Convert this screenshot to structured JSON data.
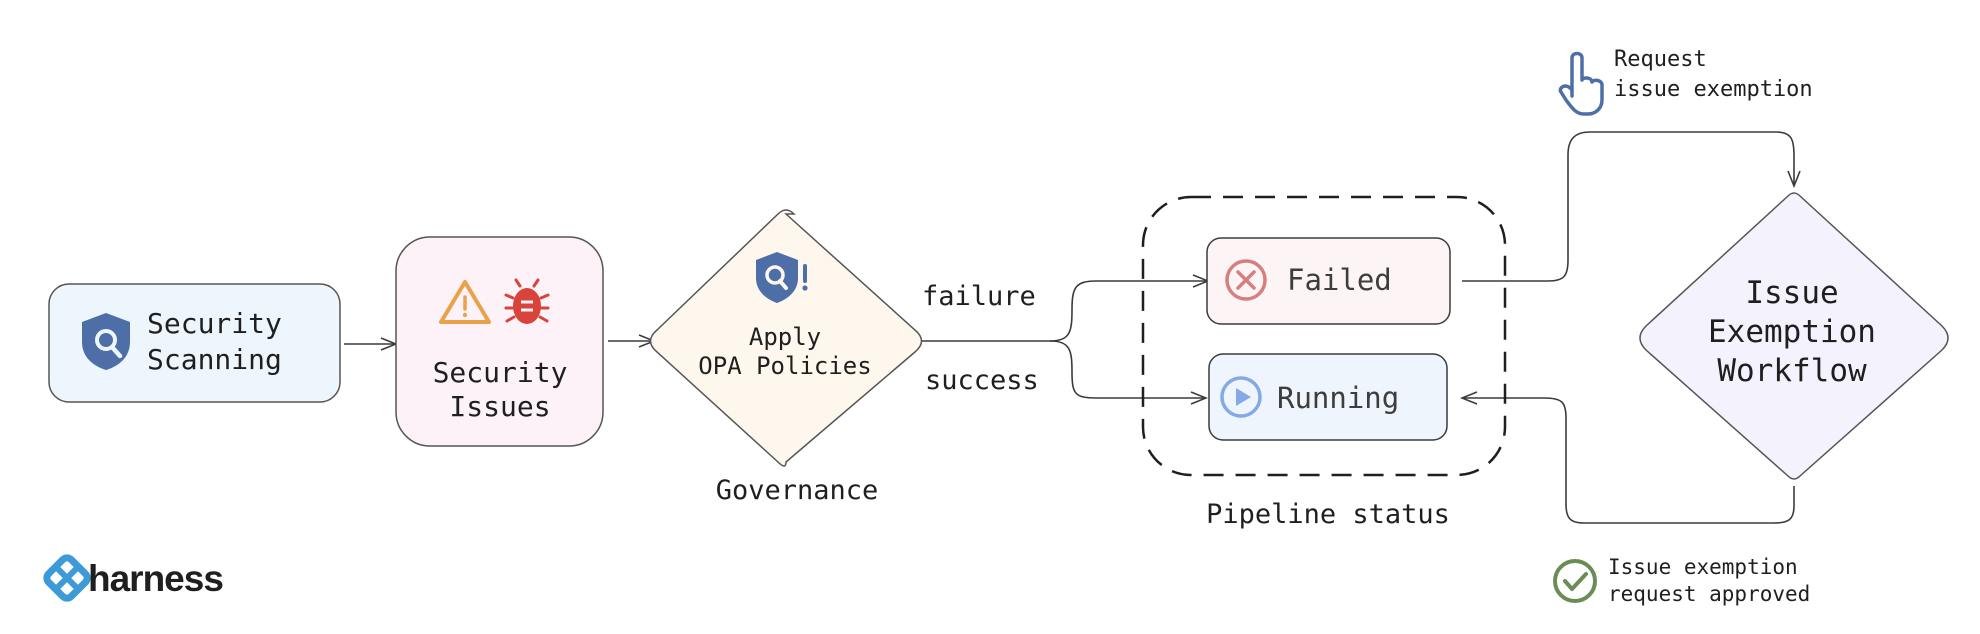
{
  "nodes": {
    "security_scanning": {
      "line1": "Security",
      "line2": "Scanning"
    },
    "security_issues": {
      "line1": "Security",
      "line2": "Issues"
    },
    "opa": {
      "line1": "Apply",
      "line2": "OPA Policies",
      "caption": "Governance"
    },
    "failed": {
      "label": "Failed"
    },
    "running": {
      "label": "Running"
    },
    "pipeline_status": {
      "caption": "Pipeline status"
    },
    "exemption_workflow": {
      "line1": "Issue",
      "line2": "Exemption",
      "line3": "Workflow"
    }
  },
  "edges": {
    "failure_label": "failure",
    "success_label": "success",
    "request_line1": "Request",
    "request_line2": "issue exemption",
    "approved_line1": "Issue exemption",
    "approved_line2": "request approved"
  },
  "logo": {
    "text": "harness"
  },
  "icons": {
    "shield": "shield-search-icon",
    "warning": "warning-triangle-icon",
    "bug": "bug-icon",
    "policy": "shield-alert-icon",
    "failed": "x-circle-icon",
    "running": "play-circle-icon",
    "request": "pointer-hand-icon",
    "approved": "check-circle-icon",
    "logo": "harness-logo-icon"
  },
  "colors": {
    "scanning_fill": "#eef6fd",
    "issues_fill": "#fdf2f7",
    "opa_fill": "#fdf7ee",
    "failed_fill": "#fdf5f5",
    "running_fill": "#eef5fd",
    "workflow_fill": "#f3f2fd",
    "shield_blue": "#4e6ea8",
    "warning_orange": "#e9a14a",
    "bug_red": "#d8433b",
    "failed_red": "#d67f7f",
    "running_blue": "#85a9e6",
    "approved_green": "#6a8d56",
    "logo_blue": "#3d9ad8"
  }
}
